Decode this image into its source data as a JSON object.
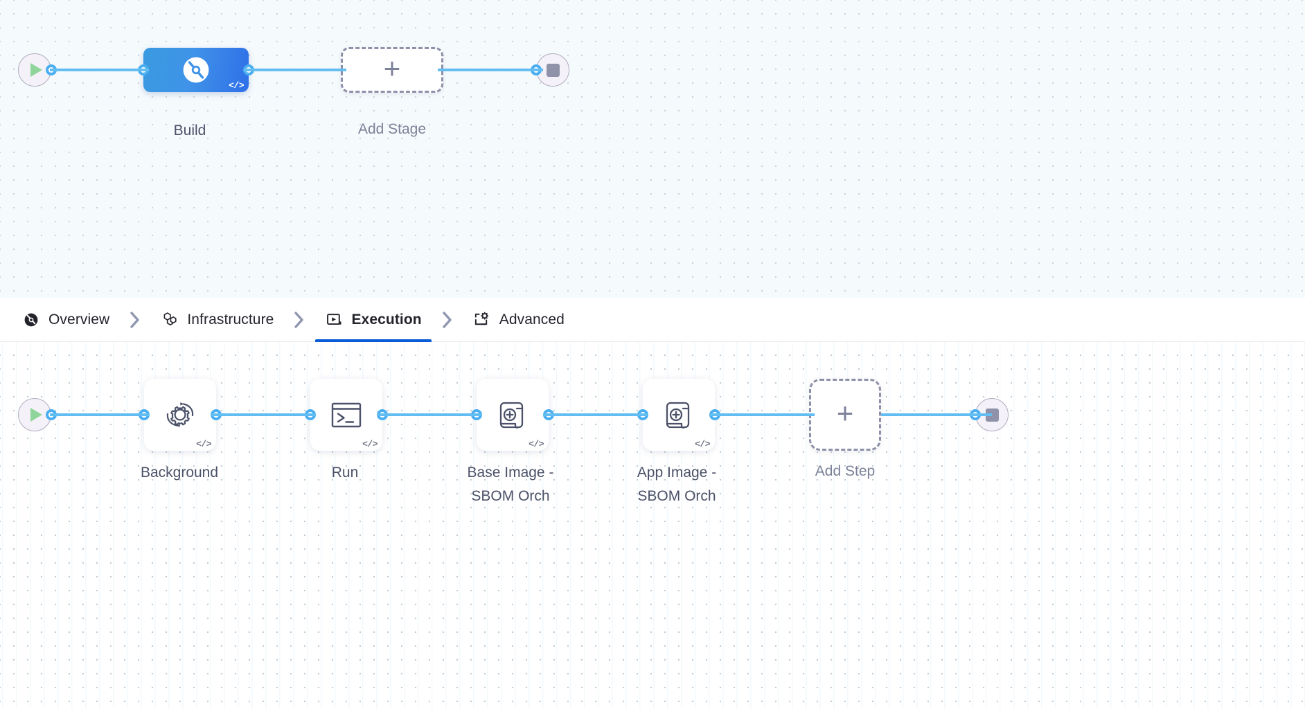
{
  "stage_graph": {
    "start_node": {
      "icon": "play-icon"
    },
    "end_node": {
      "icon": "stop-icon"
    },
    "nodes": [
      {
        "id": "build",
        "label": "Build",
        "icon": "harness-stage-icon",
        "code_badge": "</>",
        "selected": true
      },
      {
        "id": "add-stage",
        "label": "Add Stage",
        "icon": "plus-icon",
        "placeholder": true
      }
    ]
  },
  "tabs": {
    "items": [
      {
        "id": "overview",
        "label": "Overview",
        "icon": "overview-icon",
        "active": false
      },
      {
        "id": "infrastructure",
        "label": "Infrastructure",
        "icon": "infrastructure-icon",
        "active": false
      },
      {
        "id": "execution",
        "label": "Execution",
        "icon": "execution-icon",
        "active": true
      },
      {
        "id": "advanced",
        "label": "Advanced",
        "icon": "advanced-icon",
        "active": false
      }
    ],
    "separator_icon": "chevron-right-icon",
    "active_underline_color": "#0b5cd7"
  },
  "step_graph": {
    "start_node": {
      "icon": "play-icon"
    },
    "end_node": {
      "icon": "stop-icon"
    },
    "nodes": [
      {
        "id": "background",
        "label": "Background",
        "icon": "background-gear-icon",
        "code_badge": "</>"
      },
      {
        "id": "run",
        "label": "Run",
        "icon": "terminal-icon",
        "code_badge": "</>"
      },
      {
        "id": "base-image-sbom",
        "label": "Base Image -\nSBOM Orch",
        "icon": "sbom-scroll-icon",
        "code_badge": "</>"
      },
      {
        "id": "app-image-sbom",
        "label": "App Image -\nSBOM Orch",
        "icon": "sbom-scroll-icon",
        "code_badge": "</>"
      },
      {
        "id": "add-step",
        "label": "Add Step",
        "icon": "plus-icon",
        "placeholder": true
      }
    ]
  },
  "colors": {
    "edge": "#62bdf2",
    "port_ring": "#4aaef0",
    "stage_gradient_from": "#3a9ae0",
    "stage_gradient_to": "#2f6fe8",
    "play_green": "#8fd49a",
    "stop_gray": "#8f92a8",
    "canvas_top_bg": "#f5fafd",
    "canvas_bottom_bg": "#ffffff"
  }
}
